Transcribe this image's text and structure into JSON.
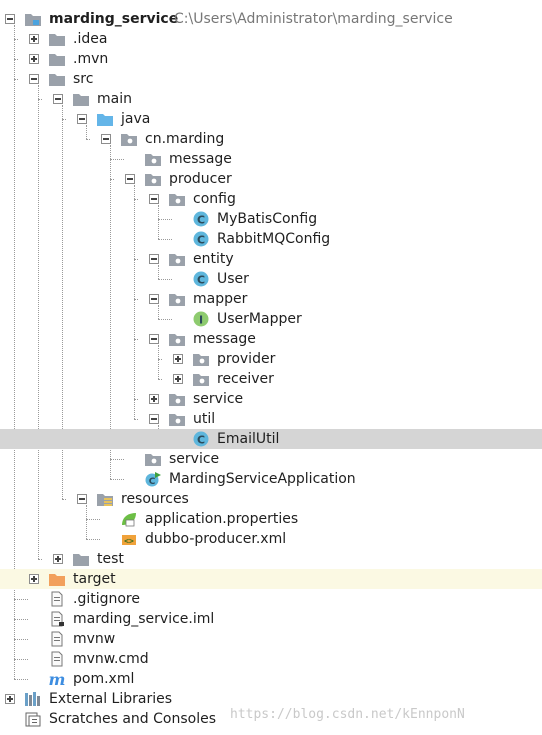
{
  "project": {
    "name": "marding_service",
    "path": "C:\\Users\\Administrator\\marding_service"
  },
  "colors": {
    "folder": "#9aa1aa",
    "source_folder": "#64b5e8",
    "resources_folder": "#9aa1aa",
    "excluded_folder": "#f2a05c",
    "class_icon": "#5eb6dc",
    "interface_icon": "#8ecb6f",
    "selection": "#d5d5d5",
    "excluded_highlight": "#fbf9e3"
  },
  "tree": [
    {
      "label": "marding_service",
      "kind": "module",
      "depth": 0,
      "toggle": "expanded",
      "bold": true
    },
    {
      "label": ".idea",
      "kind": "folder",
      "depth": 1,
      "toggle": "collapsed"
    },
    {
      "label": ".mvn",
      "kind": "folder",
      "depth": 1,
      "toggle": "collapsed"
    },
    {
      "label": "src",
      "kind": "folder",
      "depth": 1,
      "toggle": "expanded"
    },
    {
      "label": "main",
      "kind": "folder",
      "depth": 2,
      "toggle": "expanded"
    },
    {
      "label": "java",
      "kind": "source-folder",
      "depth": 3,
      "toggle": "expanded"
    },
    {
      "label": "cn.marding",
      "kind": "package",
      "depth": 4,
      "toggle": "expanded"
    },
    {
      "label": "message",
      "kind": "package",
      "depth": 5,
      "toggle": "none"
    },
    {
      "label": "producer",
      "kind": "package",
      "depth": 5,
      "toggle": "expanded"
    },
    {
      "label": "config",
      "kind": "package",
      "depth": 6,
      "toggle": "expanded"
    },
    {
      "label": "MyBatisConfig",
      "kind": "class",
      "depth": 7,
      "toggle": "none"
    },
    {
      "label": "RabbitMQConfig",
      "kind": "class",
      "depth": 7,
      "toggle": "none"
    },
    {
      "label": "entity",
      "kind": "package",
      "depth": 6,
      "toggle": "expanded"
    },
    {
      "label": "User",
      "kind": "class",
      "depth": 7,
      "toggle": "none"
    },
    {
      "label": "mapper",
      "kind": "package",
      "depth": 6,
      "toggle": "expanded"
    },
    {
      "label": "UserMapper",
      "kind": "interface",
      "depth": 7,
      "toggle": "none"
    },
    {
      "label": "message",
      "kind": "package",
      "depth": 6,
      "toggle": "expanded"
    },
    {
      "label": "provider",
      "kind": "package",
      "depth": 7,
      "toggle": "collapsed"
    },
    {
      "label": "receiver",
      "kind": "package",
      "depth": 7,
      "toggle": "collapsed"
    },
    {
      "label": "service",
      "kind": "package",
      "depth": 6,
      "toggle": "collapsed"
    },
    {
      "label": "util",
      "kind": "package",
      "depth": 6,
      "toggle": "expanded"
    },
    {
      "label": "EmailUtil",
      "kind": "class",
      "depth": 7,
      "toggle": "none",
      "selected": true
    },
    {
      "label": "service",
      "kind": "package",
      "depth": 5,
      "toggle": "none"
    },
    {
      "label": "MardingServiceApplication",
      "kind": "spring-class",
      "depth": 5,
      "toggle": "none"
    },
    {
      "label": "resources",
      "kind": "resources-folder",
      "depth": 3,
      "toggle": "expanded"
    },
    {
      "label": "application.properties",
      "kind": "properties",
      "depth": 4,
      "toggle": "none"
    },
    {
      "label": "dubbo-producer.xml",
      "kind": "xml",
      "depth": 4,
      "toggle": "none"
    },
    {
      "label": "test",
      "kind": "folder",
      "depth": 2,
      "toggle": "collapsed"
    },
    {
      "label": "target",
      "kind": "excluded-folder",
      "depth": 1,
      "toggle": "collapsed",
      "excluded": true
    },
    {
      "label": ".gitignore",
      "kind": "file",
      "depth": 1,
      "toggle": "none"
    },
    {
      "label": "marding_service.iml",
      "kind": "iml",
      "depth": 1,
      "toggle": "none"
    },
    {
      "label": "mvnw",
      "kind": "file",
      "depth": 1,
      "toggle": "none"
    },
    {
      "label": "mvnw.cmd",
      "kind": "file",
      "depth": 1,
      "toggle": "none"
    },
    {
      "label": "pom.xml",
      "kind": "maven",
      "depth": 1,
      "toggle": "none"
    },
    {
      "label": "External Libraries",
      "kind": "libraries",
      "depth": 0,
      "toggle": "collapsed"
    },
    {
      "label": "Scratches and Consoles",
      "kind": "scratches",
      "depth": 0,
      "toggle": "none"
    }
  ],
  "watermark": "https://blog.csdn.net/kEnnponN"
}
